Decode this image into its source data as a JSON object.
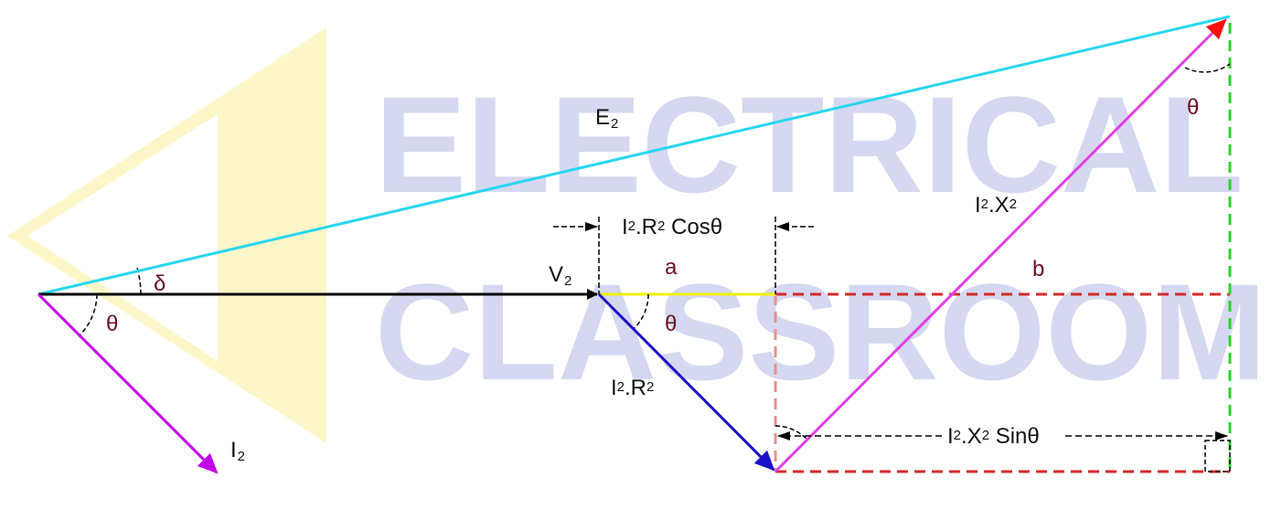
{
  "watermark": {
    "line1": "ELECTRICAL",
    "line2": "CLASSROOM",
    "text_color": "#d5d8f0",
    "logo_color": "#fdf6c8"
  },
  "labels": {
    "E": {
      "main": "E",
      "sub": "2"
    },
    "V": {
      "main": "V",
      "sub": "2"
    },
    "I": {
      "main": "I",
      "sub": "2"
    },
    "delta": "δ",
    "theta_origin": "θ",
    "theta_v2": "θ",
    "theta_top": "θ",
    "a": "a",
    "b": "b",
    "IR": {
      "p1": "I",
      "s1": "2",
      "p2": ".R",
      "s2": "2"
    },
    "IX": {
      "p1": "I",
      "s1": "2",
      "p2": ".X",
      "s2": "2"
    },
    "IR_cos": {
      "p1": "I",
      "s1": "2",
      "p2": ".R",
      "s2": "2",
      "p3": " Cosθ"
    },
    "IX_sin": {
      "p1": "I",
      "s1": "2",
      "p2": ".X",
      "s2": "2",
      "p3": " Sinθ"
    }
  },
  "colors": {
    "E2_phasor": "#29d6f0",
    "V2_phasor": "#000000",
    "I2_phasor": "#c400e8",
    "IR_drop": "#1a10c8",
    "IX_drop": "#e040e8",
    "segment_a": "#f0f000",
    "projection_lines": "#d42a2a",
    "vertical_green": "#2fd02f",
    "angle_arcs": "#000000",
    "label_text": "#6b1020"
  }
}
